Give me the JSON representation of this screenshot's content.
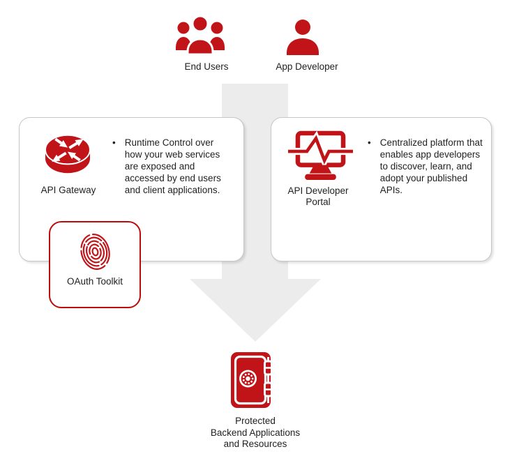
{
  "diagram": {
    "actors": {
      "end_users_label": "End Users",
      "app_developer_label": "App Developer"
    },
    "gateway_box": {
      "title": "API Gateway",
      "bullet_char": "•",
      "bullet_text": "Runtime Control over how your web services are exposed and accessed by end users and client applications."
    },
    "oauth_box": {
      "label": "OAuth Toolkit"
    },
    "portal_box": {
      "title_lines": [
        "API Developer",
        "Portal"
      ],
      "bullet_char": "•",
      "bullet_text": "Centralized platform that enables app developers to discover, learn, and adopt your published APIs."
    },
    "protected": {
      "label_lines": [
        "Protected",
        "Backend Applications",
        "and Resources"
      ]
    },
    "icons": {
      "end_users": "end-users-group-icon",
      "app_developer": "app-developer-user-icon",
      "api_gateway": "api-gateway-router-icon",
      "oauth": "fingerprint-icon",
      "portal": "developer-portal-monitor-icon",
      "protected": "safe-vault-icon",
      "flow": "down-arrow"
    },
    "colors": {
      "icon_red": "#c11418",
      "oauth_border_red": "#bf0a0a",
      "arrow_gray": "#ececec",
      "box_border_gray": "#c6c6c6",
      "text_color": "#1f1f1f"
    }
  }
}
